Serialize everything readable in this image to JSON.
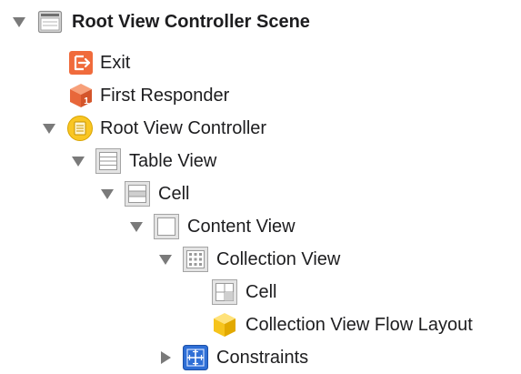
{
  "outline": {
    "items": [
      {
        "label": "Root View Controller Scene",
        "icon": "scene-icon",
        "disclosure": "expanded",
        "bold": true
      },
      {
        "label": "Exit",
        "icon": "exit-icon",
        "disclosure": "none"
      },
      {
        "label": "First Responder",
        "icon": "first-responder-icon",
        "disclosure": "none"
      },
      {
        "label": "Root View Controller",
        "icon": "view-controller-icon",
        "disclosure": "expanded"
      },
      {
        "label": "Table View",
        "icon": "table-view-icon",
        "disclosure": "expanded"
      },
      {
        "label": "Cell",
        "icon": "table-cell-icon",
        "disclosure": "expanded"
      },
      {
        "label": "Content View",
        "icon": "content-view-icon",
        "disclosure": "expanded"
      },
      {
        "label": "Collection View",
        "icon": "collection-view-icon",
        "disclosure": "expanded"
      },
      {
        "label": "Cell",
        "icon": "collection-cell-icon",
        "disclosure": "none"
      },
      {
        "label": "Collection View Flow Layout",
        "icon": "flow-layout-icon",
        "disclosure": "none"
      },
      {
        "label": "Constraints",
        "icon": "constraints-icon",
        "disclosure": "collapsed"
      }
    ]
  }
}
